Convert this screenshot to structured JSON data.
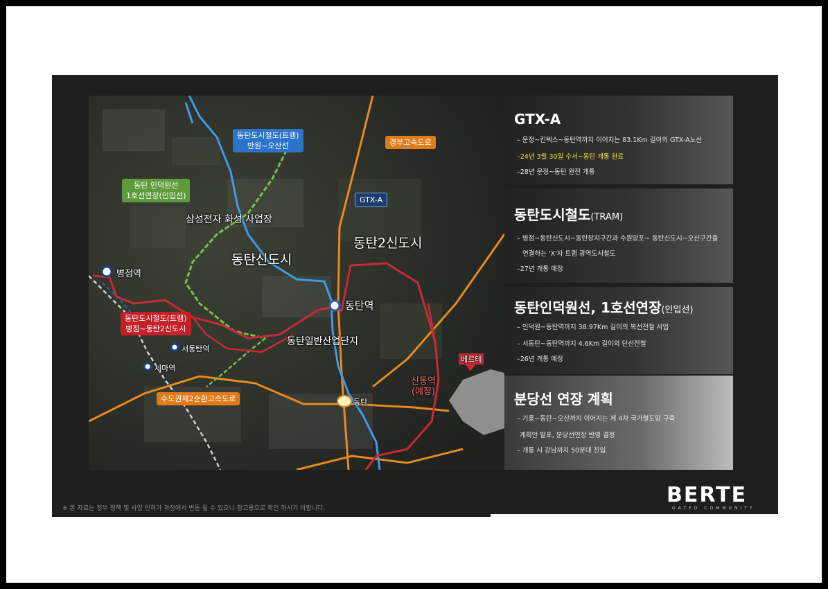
{
  "map": {
    "labels": {
      "samsung": "삼성전자 화성 사업장",
      "dongtan_newcity": "동탄신도시",
      "dongtan2_newcity": "동탄2신도시",
      "industrial": "동탄일반산업단지",
      "berte_pin": "베르테"
    },
    "boxes": {
      "tram_north": [
        "동탄도시철도(트램)",
        "반원~오산선"
      ],
      "indeok": [
        "동탄 인덕원선",
        "1호선연장(인입선)"
      ],
      "tram_west": [
        "동탄도시철도(트램)",
        "병점~동탄2신도시"
      ],
      "gyeongbu": "경부고속도로",
      "gtx": "GTX-A",
      "ring2": "수도권제2순환고속도로"
    },
    "stations": {
      "byeongjeom": "병점역",
      "dongtan_station": "동탄역",
      "seodongtan": "서동탄역",
      "semae": "세마역",
      "dongtan": "동탄",
      "sindong": [
        "신동역",
        "(예정)"
      ]
    }
  },
  "sections": {
    "gtx": {
      "title": "GTX-A",
      "bullets": [
        "– 운정~킨텍스~동탄역까지 이어지는 83.1Km 길이의 GTX-A노선",
        "–24년 3월 30일 수서~동탄 개통 완료",
        "–28년 운정~동탄 완전 개통"
      ]
    },
    "tram": {
      "title": "동탄도시철도",
      "title_small": "(TRAM)",
      "bullets": [
        "– 병점~동탄신도시~동탄장지구간과 수원망포~ 동탄신도시~오산구간을",
        "연결하는 'X'자 트램 광역도시철도",
        "–27년 개통 예정"
      ]
    },
    "indeok": {
      "title": "동탄인덕원선, 1호선연장",
      "title_small": "(인입선)",
      "bullets": [
        "– 인덕원~동탄역까지 38.97Km 길이의 복선전철 사업",
        "– 서동탄~동탄역까지 4.6Km 길이의 단선전철",
        "–26년 개통 예정"
      ]
    },
    "bundang": {
      "title": "분당선 연장 계획",
      "bullets": [
        "– 기흥~동탄~오산까지 이어지는 제 4차 국가철도망 구축",
        "계획안 발표, 분당선연장 반영 결정",
        "– 개통 시 강남까지 50분대 진입"
      ]
    }
  },
  "footer": {
    "note": "※ 본 자료는 정부 정책 및 사업 인허가 과정에서 변동 될 수 있으니 참고용으로 확인 하시기 바랍니다.",
    "logo": "BERTE",
    "logo_sub": "GATED COMMUNITY"
  },
  "colors": {
    "gtx_line": "#2e8fe0",
    "tram_line": "#c92a35",
    "green_line": "#7cc24a",
    "highway": "#e98a1c",
    "railway": "#cfcfcf"
  }
}
